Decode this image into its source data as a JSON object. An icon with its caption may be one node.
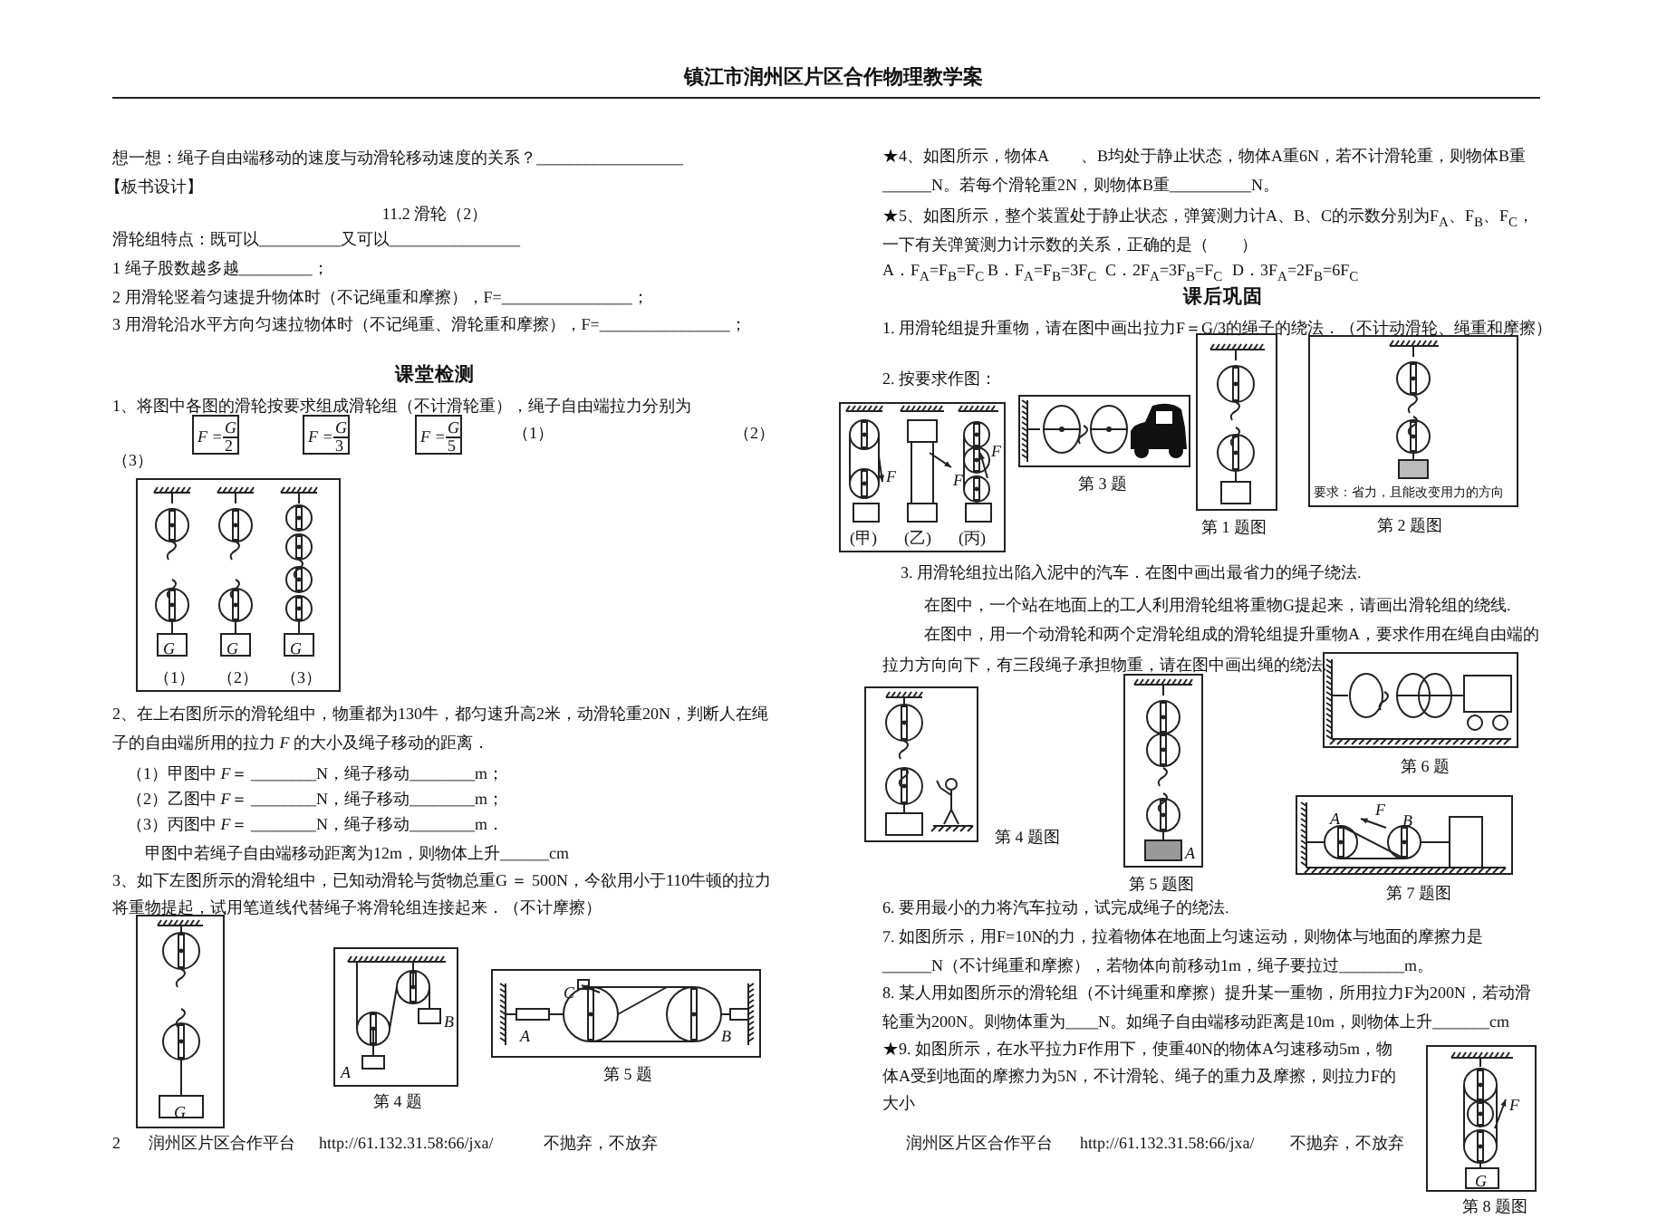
{
  "diagram": {
    "title": "镇江市润州区片区合作物理教学案",
    "nodes": [
      {
        "text": [
          "F =",
          "G",
          "2"
        ]
      },
      {
        "text": [
          "F =",
          "G",
          "3"
        ]
      },
      {
        "text": [
          "F =",
          "G",
          "5"
        ]
      },
      {
        "text": [
          "G",
          "G",
          "G",
          "（1）",
          "（2）",
          "（3）"
        ]
      },
      {
        "text": [
          "G"
        ]
      },
      {
        "text": [
          "B",
          "A"
        ],
        "beside": [
          "第 4 题"
        ]
      },
      {
        "text": [
          "C",
          "A",
          "B"
        ],
        "beside": [
          "第 5 题"
        ]
      },
      {
        "text": [],
        "shape": "picture",
        "beside": [
          "第 3 题"
        ]
      },
      {
        "text": [
          "F",
          "F",
          "F",
          "(甲)",
          "(乙)",
          "(丙)"
        ]
      },
      {
        "text": [],
        "shape": "picture",
        "beside": [
          "第 1 题图"
        ]
      },
      {
        "text": [
          "要求：省力，且能改变用力的方向"
        ],
        "beside": [
          "第 2 题图"
        ]
      },
      {
        "text": [],
        "shape": "picture",
        "beside": [
          "第 4 题图"
        ]
      },
      {
        "text": [
          "A"
        ],
        "beside": [
          "第 5 题图"
        ]
      },
      {
        "text": [],
        "shape": "picture",
        "beside": [
          "第 6 题"
        ]
      },
      {
        "text": [
          "A",
          "F",
          "B"
        ],
        "beside": [
          "第 7 题图"
        ]
      },
      {
        "text": [
          "F",
          "G"
        ],
        "beside": [
          "第 8 题图"
        ]
      }
    ],
    "labels": [
      "想一想：绳子自由端移动的速度与动滑轮移动速度的关系？__________________",
      "【板书设计】",
      "11.2 滑轮（2）",
      "滑轮组特点：既可以__________又可以________________",
      "1 绳子股数越多越_________；",
      "2 用滑轮竖着匀速提升物体时（不记绳重和摩擦），F=________________；",
      "3 用滑轮沿水平方向匀速拉物体时（不记绳重、滑轮重和摩擦），F=________________；",
      "课堂检测",
      "1、将图中各图的滑轮按要求组成滑轮组（不计滑轮重），绳子自由端拉力分别为",
      "（1）",
      "（2）",
      "（3）",
      "2、在上右图所示的滑轮组中，物重都为130牛，都匀速升高2米，动滑轮重20N，判断人在绳子的自由端所用的拉力 *F* 的大小及绳子移动的距离．",
      "（1）甲图中 *F*＝ ________N，绳子移动________m；",
      "（2）乙图中 *F*＝ ________N，绳子移动________m；",
      "（3）丙图中 *F*＝ ________N，绳子移动________m．",
      "甲图中若绳子自由端移动距离为12m，则物体上升______cm",
      "3、如下左图所示的滑轮组中，已知动滑轮与货物总重G ＝ 500N，今欲用小于110牛顿的拉力将重物提起，试用笔道线代替绳子将滑轮组连接起来．（不计摩擦）",
      "2",
      "润州区片区合作平台",
      "http://61.132.31.58:66/jxa/",
      "不抛弃，不放弃",
      "★4、如图所示，物体A　　、B均处于静止状态，物体A重6N，若不计滑轮重，则物体B重______N。若每个滑轮重2N，则物体B重__________N。",
      "★5、如图所示，整个装置处于静止状态，弹簧测力计A、B、C的示数分别为F$_{A}$、F$_{B}$、F$_{C}$，一下有关弹簧测力计示数的关系，正确的是（　　）",
      "A．F$_{A}$=F$_{B}$=F$_{C}$",
      "B．F$_{A}$=F$_{B}$=3F$_{C}$",
      "C．2F$_{A}$=3F$_{B}$=F$_{C}$",
      "D．3F$_{A}$=2F$_{B}$=6F$_{C}$",
      "课后巩固",
      "1. 用滑轮组提升重物，请在图中画出拉力F＝G/3的绳子的绕法．（不计动滑轮、绳重和摩擦）",
      "2. 按要求作图：",
      "3. 用滑轮组拉出陷入泥中的汽车．在图中画出最省力的绳子绕法.",
      "在图中，一个站在地面上的工人利用滑轮组将重物G提起来，请画出滑轮组的绕线.",
      "在图中，用一个动滑轮和两个定滑轮组成的滑轮组提升重物A，要求作用在绳自由端的拉力方向向下，有三段绳子承担物重，请在图中画出绳的绕法.",
      "6. 要用最小的力将汽车拉动，试完成绳子的绕法.",
      "7. 如图所示，用F=10N的力，拉着物体在地面上匀速运动，则物体与地面的摩擦力是______N（不计绳重和摩擦），若物体向前移动1m，绳子要拉过________m。",
      "8. 某人用如图所示的滑轮组（不计绳重和摩擦）提升某一重物，所用拉力F为200N，若动滑轮重为200N。则物体重为____N。如绳子自由端移动距离是10m，则物体上升_______cm",
      "★9. 如图所示，在水平拉力F作用下，使重40N的物体A匀速移动5m，物体A受到地面的摩擦力为5N，不计滑轮、绳子的重力及摩擦，则拉力F的大小",
      "润州区片区合作平台",
      "http://61.132.31.58:66/jxa/",
      "不抛弃，不放弃"
    ]
  }
}
